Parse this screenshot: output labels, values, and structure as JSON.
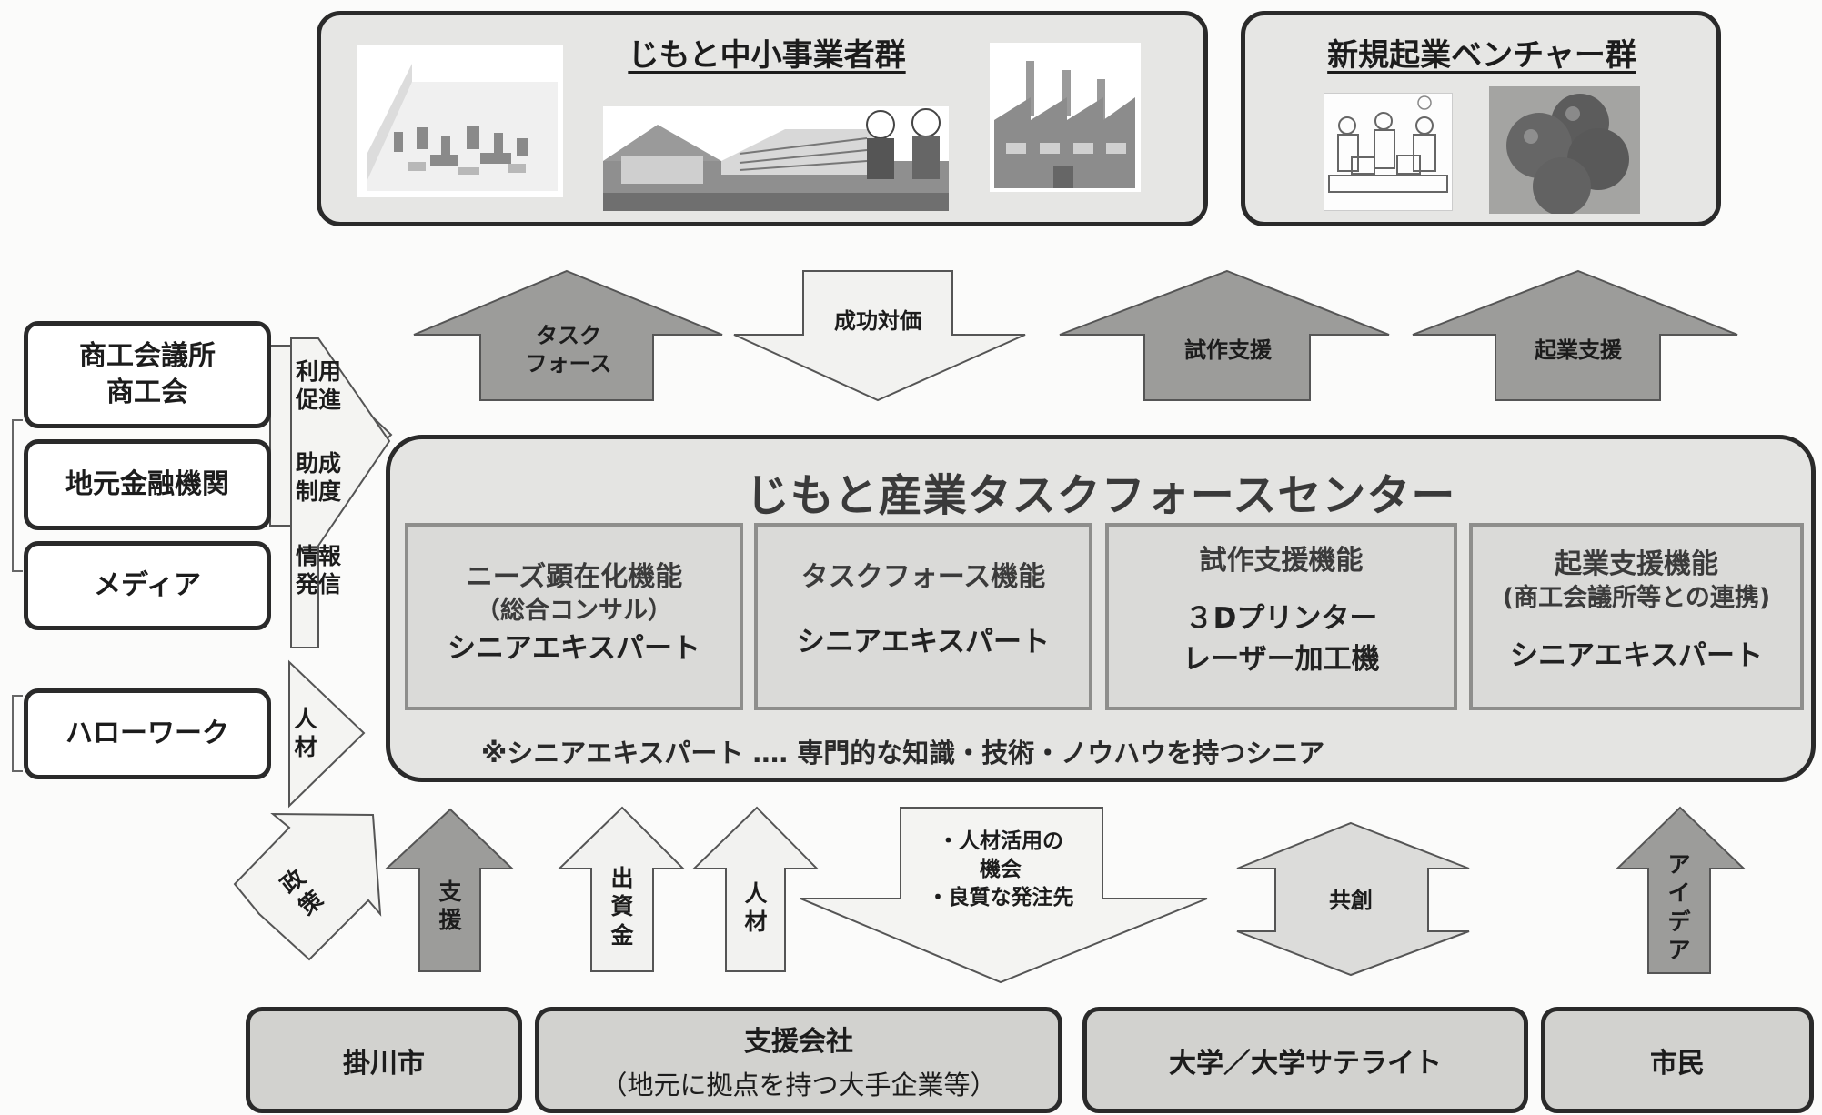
{
  "top": {
    "local_smb": {
      "title": "じもと中小事業者群"
    },
    "new_venture": {
      "title": "新規起業ベンチャー群"
    }
  },
  "up_arrows": {
    "taskforce": "タスク\nフォース",
    "success_fee": "成功対価",
    "prototype_support": "試作支援",
    "startup_support": "起業支援"
  },
  "left": {
    "chamber": "商工会議所\n商工会",
    "local_finance": "地元金融機関",
    "media": "メディア",
    "hellowork": "ハローワーク",
    "arrow_use": "利用\n促進",
    "arrow_grant": "助成\n制度",
    "arrow_info": "情報\n発信",
    "arrow_talent": "人\n材"
  },
  "center": {
    "title": "じもと産業タスクフォースセンター",
    "functions": [
      {
        "name": "ニーズ顕在化機能",
        "sub": "（総合コンサル）",
        "expert": "シニアエキスパート"
      },
      {
        "name": "タスクフォース機能",
        "sub": "",
        "expert": "シニアエキスパート"
      },
      {
        "name": "試作支援機能",
        "sub": "",
        "expert": "３Dプリンター\nレーザー加工機"
      },
      {
        "name": "起業支援機能",
        "sub": "(商工会議所等との連携)",
        "expert": "シニアエキスパート"
      }
    ],
    "note": "※シニアエキスパート ‥‥ 専門的な知識・技術・ノウハウを持つシニア"
  },
  "bottom_arrows": {
    "policy": "政\n策",
    "support": "支\n援",
    "investment": "出\n資\n金",
    "talent": "人\n材",
    "opportunity": "・人材活用の\n機会\n・良質な発注先",
    "cocreation": "共創",
    "idea": "ア\nイ\nデ\nア"
  },
  "bottom": {
    "kakegawa": "掛川市",
    "support_company": "支援会社",
    "support_company_sub": "（地元に拠点を持つ大手企業等）",
    "university": "大学／大学サテライト",
    "citizens": "市民"
  },
  "colors": {
    "dark_arrow": "#9c9c9a",
    "light_arrow": "#ededeb",
    "border": "#2a2a2a"
  }
}
